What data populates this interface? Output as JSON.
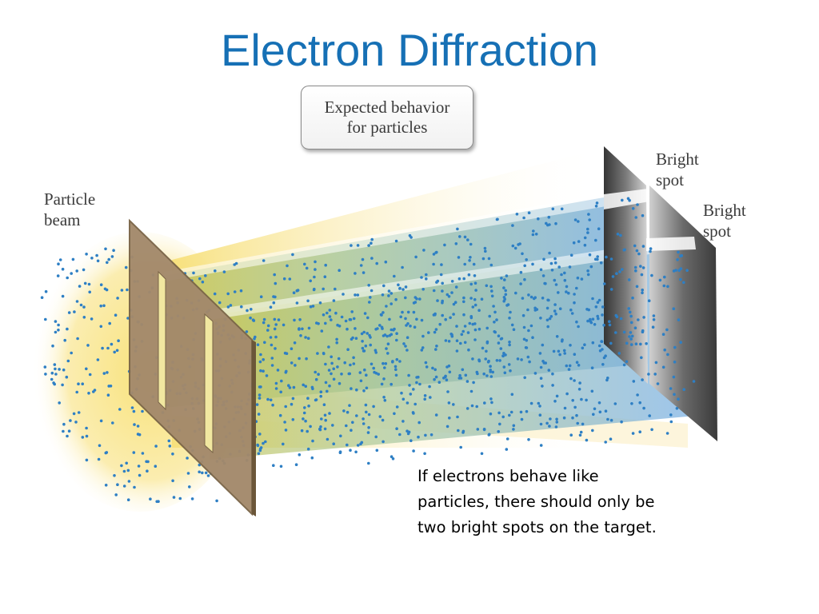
{
  "title": "Electron Diffraction",
  "callout_box": [
    "Expected behavior",
    "for particles"
  ],
  "labels": {
    "particle_beam": [
      "Particle",
      "beam"
    ],
    "bright_spot_1": [
      "Bright",
      "spot"
    ],
    "bright_spot_2": [
      "Bright",
      "spot"
    ]
  },
  "caption": [
    "If electrons behave like",
    "particles, there should only be",
    "two bright spots on the target."
  ],
  "colors": {
    "title": "#1670b5",
    "beam_yellow": "#f8e27a",
    "beam_blue": "#9ec8ec",
    "dots": "#2e7fc4",
    "slit_plate": "#a3896b",
    "target": "#4a4a4a"
  }
}
